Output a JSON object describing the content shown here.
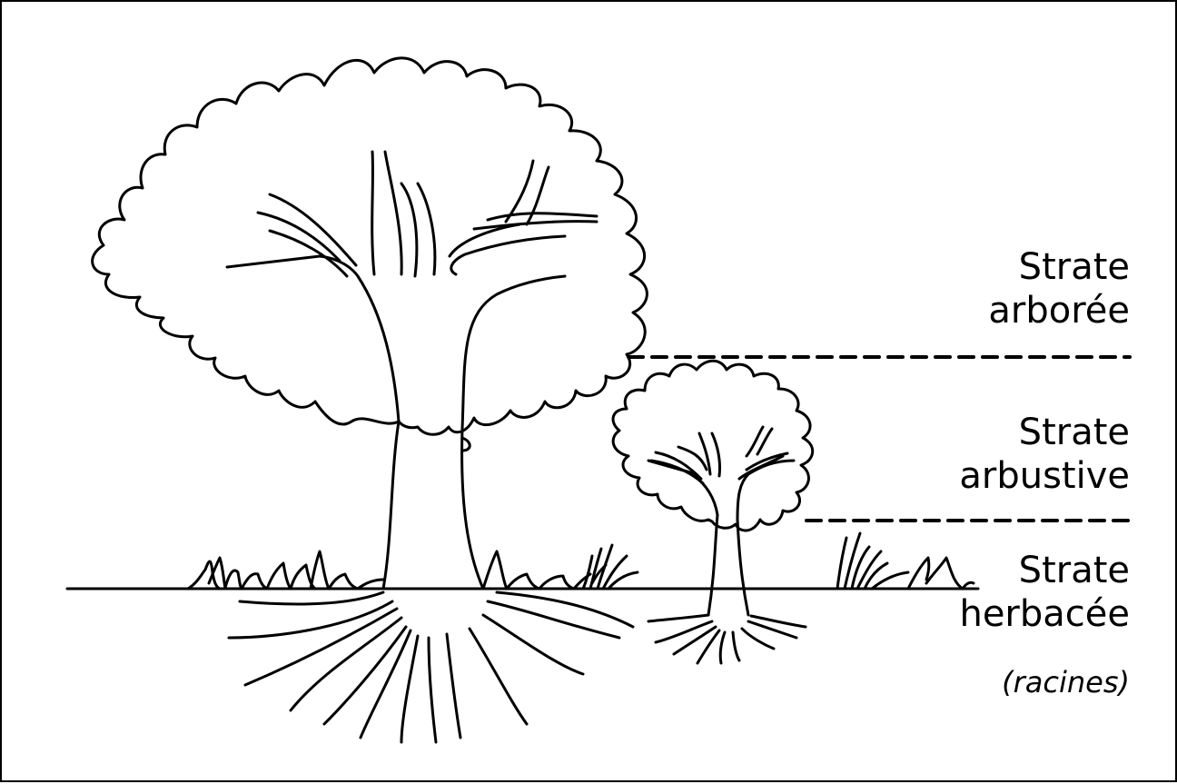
{
  "strata": [
    {
      "line1": "Strate",
      "line2": "arborée"
    },
    {
      "line1": "Strate",
      "line2": "arbustive"
    },
    {
      "line1": "Strate",
      "line2": "herbacée"
    }
  ],
  "roots_label": "(racines)",
  "colors": {
    "ink": "#000000",
    "background": "#ffffff"
  }
}
